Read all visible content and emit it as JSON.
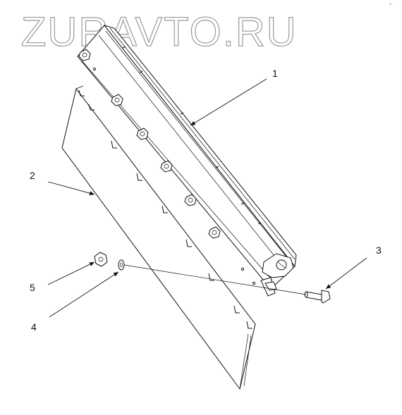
{
  "watermark": "ZURAVTO.RU",
  "corner_mark": "⌐",
  "callouts": {
    "part1": "1",
    "part2": "2",
    "part3": "3",
    "part4": "4",
    "part5": "5"
  },
  "colors": {
    "line": "#111111",
    "watermark": "#9a9a9a",
    "background": "#ffffff"
  }
}
